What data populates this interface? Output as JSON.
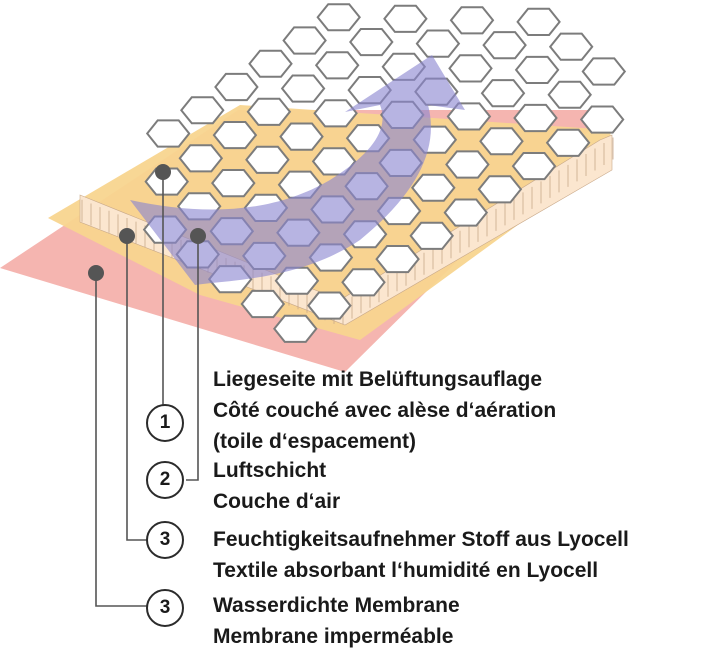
{
  "layers": [
    {
      "number": "1",
      "lines": [
        "Liegeseite mit Belüftungsauflage",
        "Côté couché avec alèse d‘aération",
        "(toile d‘espacement)"
      ]
    },
    {
      "number": "2",
      "lines": [
        "Luftschicht",
        "Couche d‘air"
      ]
    },
    {
      "number": "3",
      "lines": [
        "Feuchtigkeitsaufnehmer Stoff aus Lyocell",
        "Textile absorbant l‘humidité en Lyocell"
      ]
    },
    {
      "number": "3",
      "lines": [
        "Wasserdichte Membrane",
        "Membrane imperméable"
      ]
    }
  ],
  "colors": {
    "membrane": "#f5b5b0",
    "lyocell": "#f8d58f",
    "spacer": "#fbe6cf",
    "hex_outline": "#7c7c7c",
    "airflow_arrow": "#8a86d0",
    "leader": "#555555"
  },
  "icons": [
    "airflow-arrow-icon"
  ]
}
